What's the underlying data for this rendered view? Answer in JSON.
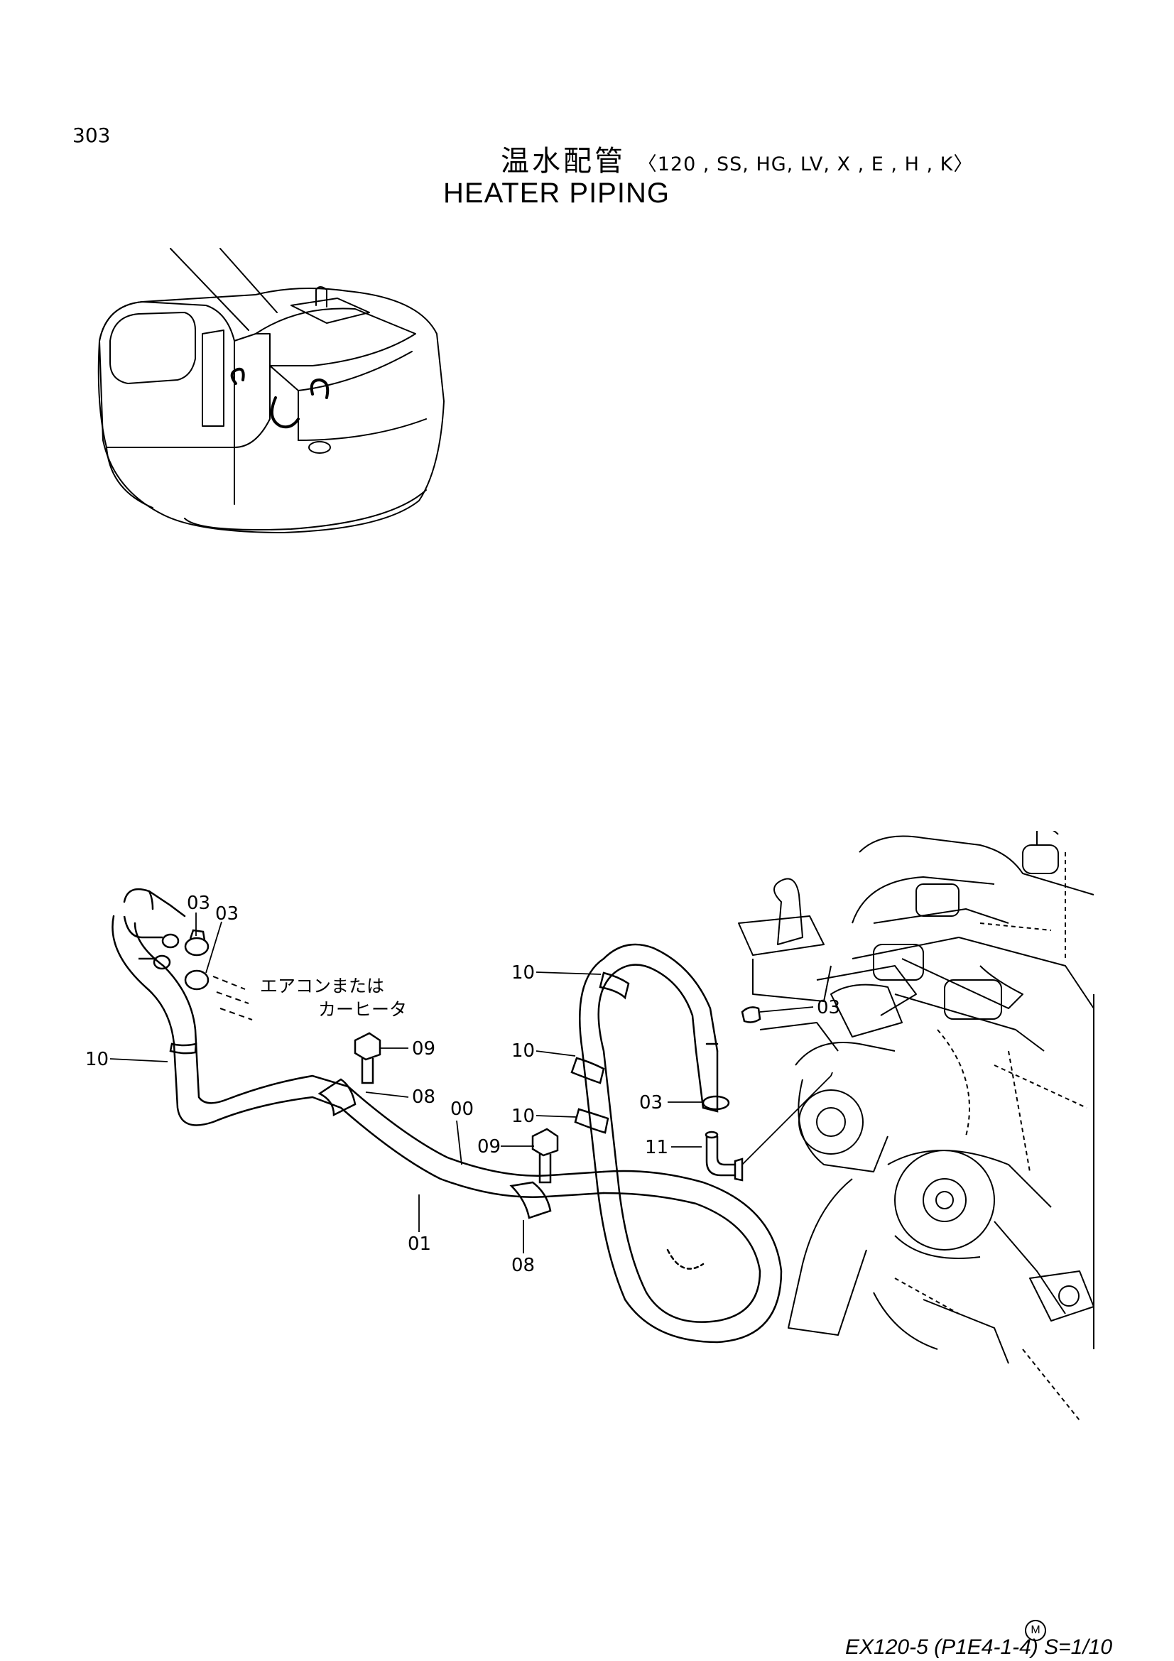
{
  "page_number": "303",
  "title_jp": "温水配管",
  "title_variants": "〈120 , SS, HG, LV, X , E , H , K〉",
  "title_en": "HEATER  PIPING",
  "callouts": [
    {
      "id": "c-03a",
      "label": "03"
    },
    {
      "id": "c-03b",
      "label": "03"
    },
    {
      "id": "c-10a",
      "label": "10"
    },
    {
      "id": "c-09a",
      "label": "09"
    },
    {
      "id": "c-08a",
      "label": "08"
    },
    {
      "id": "c-00",
      "label": "00"
    },
    {
      "id": "c-01",
      "label": "01"
    },
    {
      "id": "c-08b",
      "label": "08"
    },
    {
      "id": "c-09b",
      "label": "09"
    },
    {
      "id": "c-10b",
      "label": "10"
    },
    {
      "id": "c-10c",
      "label": "10"
    },
    {
      "id": "c-10d",
      "label": "10"
    },
    {
      "id": "c-03c",
      "label": "03"
    },
    {
      "id": "c-03d",
      "label": "03"
    },
    {
      "id": "c-11",
      "label": "11"
    }
  ],
  "note_line1": "エアコンまたは",
  "note_line2": "カーヒータ",
  "footer_mark": "M",
  "footer": "EX120-5 (P1E4-1-4) S=1/10"
}
